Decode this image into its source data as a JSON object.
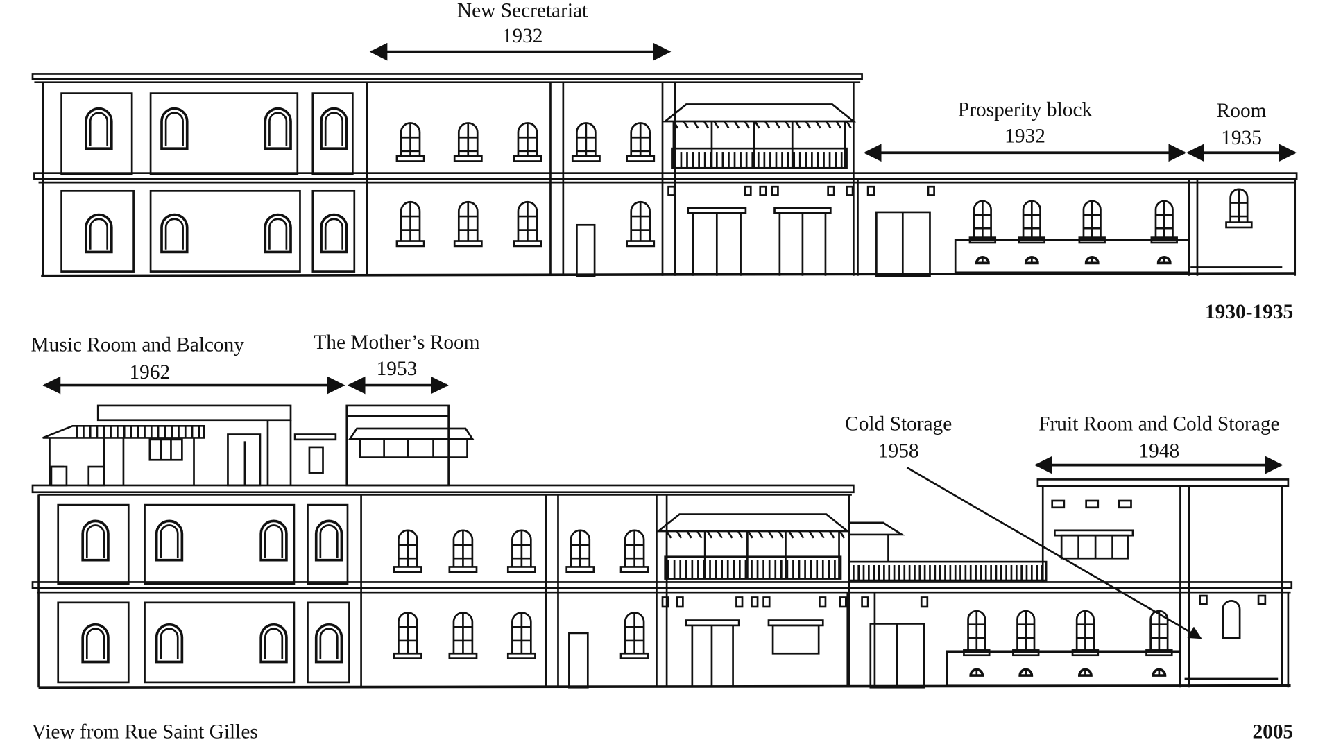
{
  "elevation_1930": {
    "period_label": "1930-1935",
    "annotations": [
      {
        "name": "New Secretariat",
        "year": "1932"
      },
      {
        "name": "Prosperity block",
        "year": "1932"
      },
      {
        "name": "Room",
        "year": "1935"
      }
    ]
  },
  "elevation_2005": {
    "period_label": "2005",
    "annotations": [
      {
        "name": "Music Room and Balcony",
        "year": "1962"
      },
      {
        "name": "The Mother’s Room",
        "year": "1953"
      },
      {
        "name": "Cold Storage",
        "year": "1958"
      },
      {
        "name": "Fruit Room and Cold Storage",
        "year": "1948"
      }
    ],
    "caption": "View from Rue Saint Gilles"
  },
  "colors": {
    "ink": "#111111",
    "background": "#ffffff"
  }
}
